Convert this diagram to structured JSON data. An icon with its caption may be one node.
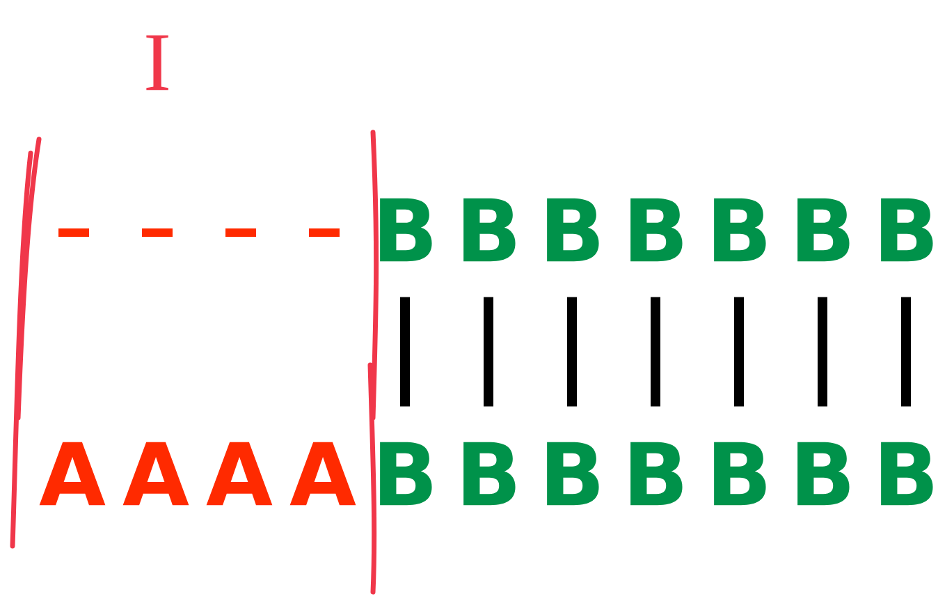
{
  "diagram": {
    "nodes": [
      {
        "text": [
          "B"
        ]
      },
      {
        "text": [
          "B"
        ]
      },
      {
        "text": [
          "B"
        ]
      },
      {
        "text": [
          "B"
        ]
      },
      {
        "text": [
          "B"
        ]
      },
      {
        "text": [
          "B"
        ]
      },
      {
        "text": [
          "B"
        ]
      },
      {
        "text": [
          "A"
        ]
      },
      {
        "text": [
          "A"
        ]
      },
      {
        "text": [
          "A"
        ]
      },
      {
        "text": [
          "A"
        ]
      },
      {
        "text": [
          "B"
        ]
      },
      {
        "text": [
          "B"
        ]
      },
      {
        "text": [
          "B"
        ]
      },
      {
        "text": [
          "B"
        ]
      },
      {
        "text": [
          "B"
        ]
      },
      {
        "text": [
          "B"
        ]
      },
      {
        "text": [
          "B"
        ]
      }
    ],
    "edges": [
      {
        "from": 0,
        "to": 11,
        "arrow": "none"
      },
      {
        "from": 1,
        "to": 12,
        "arrow": "none"
      },
      {
        "from": 2,
        "to": 13,
        "arrow": "none"
      },
      {
        "from": 3,
        "to": 14,
        "arrow": "none"
      },
      {
        "from": 4,
        "to": 15,
        "arrow": "none"
      },
      {
        "from": 5,
        "to": 16,
        "arrow": "none"
      },
      {
        "from": 6,
        "to": 17,
        "arrow": "none"
      }
    ],
    "labels": [
      "I"
    ]
  }
}
